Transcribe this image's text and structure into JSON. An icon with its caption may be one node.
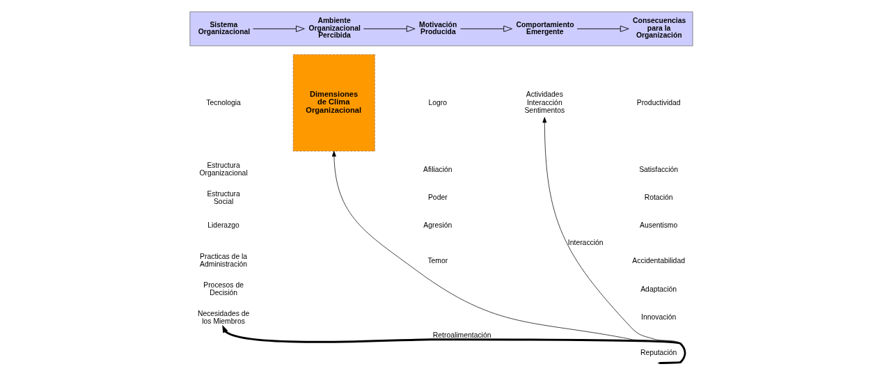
{
  "diagram": {
    "nodes": [
      {
        "text": [],
        "shape": "box"
      },
      {
        "text": [
          "Sistema Organizacional"
        ],
        "in": 0
      },
      {
        "text": [
          "Ambiente Organizacional Percibida"
        ],
        "in": 0
      },
      {
        "text": [
          "Motivación Producida"
        ],
        "in": 0
      },
      {
        "text": [
          "Comportamiento Emergente"
        ],
        "in": 0
      },
      {
        "text": [
          "Consecuencias para la Organización"
        ],
        "in": 0
      },
      {
        "text": [
          "Dimensiones de Clima Organizacional"
        ]
      },
      {
        "text": [
          "Actividades",
          "Interacción",
          "Sentimentos"
        ]
      },
      {
        "text": [
          "Reputación"
        ]
      },
      {
        "text": [
          "Necesidades de los Miembros"
        ]
      }
    ],
    "edges": [
      {
        "from": 1,
        "to": 2,
        "arrow": "to"
      },
      {
        "from": 2,
        "to": 3,
        "arrow": "to"
      },
      {
        "from": 3,
        "to": 4,
        "arrow": "to"
      },
      {
        "from": 4,
        "to": 5,
        "arrow": "to"
      },
      {
        "from": 8,
        "to": 9,
        "arrow": "to",
        "label": "Retroalimentación",
        "style": "thick"
      },
      {
        "from": 8,
        "to": 6,
        "arrow": "to"
      },
      {
        "from": 8,
        "to": 7,
        "arrow": "to",
        "label": "Interacción"
      }
    ],
    "labels": [
      "Tecnologia",
      "Estructura Organizacional",
      "Estructura Social",
      "Liderazgo",
      "Practicas de la Administración",
      "Procesos de Decisión",
      "Logro",
      "Afiliación",
      "Poder",
      "Agresión",
      "Temor",
      "Productividad",
      "Satisfacción",
      "Rotación",
      "Ausentismo",
      "Accidentabilidad",
      "Adaptación",
      "Innovación"
    ]
  }
}
